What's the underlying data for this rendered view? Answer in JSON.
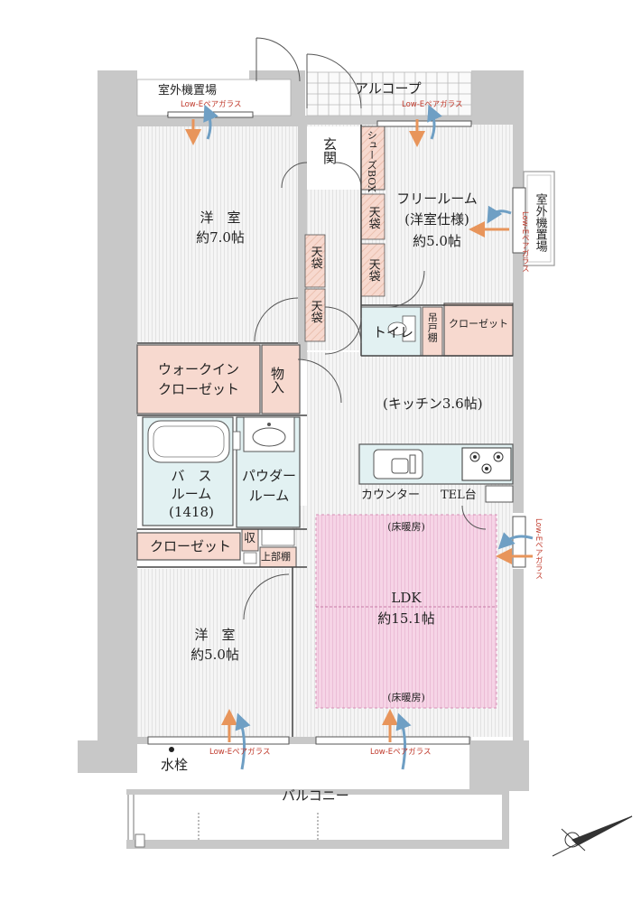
{
  "rooms": {
    "western_room_1": {
      "name": "洋　室",
      "area": "約7.0帖"
    },
    "free_room": {
      "name": "フリールーム",
      "sub": "(洋室仕様)",
      "area": "約5.0帖"
    },
    "walkin_closet": {
      "line1": "ウォークイン",
      "line2": "クローゼット"
    },
    "storage": "物入",
    "kitchen": "(キッチン3.6帖)",
    "bath": {
      "line1": "バ　ス",
      "line2": "ルーム",
      "line3": "(1418)"
    },
    "powder": {
      "line1": "パウダー",
      "line2": "ルーム"
    },
    "closet_left": "クローゼット",
    "closet_right": "クローゼット",
    "western_room_2": {
      "name": "洋　室",
      "area": "約5.0帖"
    },
    "ldk": {
      "name": "LDK",
      "area": "約15.1帖"
    },
    "toilet": "トイレ",
    "hanging_shelf": "吊戸棚",
    "entrance": "玄関",
    "shoe_box": "シューズBOX",
    "alcove": "アルコープ",
    "balcony": "バルコニー",
    "outdoor_unit_top": "室外機置場",
    "outdoor_unit_right": "室外機置場",
    "counter": "カウンター",
    "tel": "TEL台",
    "floor_heating": "(床暖房)",
    "tenbukuro": "天袋",
    "shu": "収",
    "upper_shelf": "上部棚",
    "faucet": "水栓"
  },
  "glass_label": "Low-Eペアガラス",
  "colors": {
    "wall": "#c8c8c8",
    "storage": "#f7d9cf",
    "wet": "#e2f1f2",
    "ldk_heating": "#f6d4e6",
    "arrow_warm": "#e8955b",
    "arrow_cool": "#6f9fc4",
    "glass_text": "#c0392b"
  },
  "icons": [
    "compass-icon",
    "sink-icon",
    "stove-icon",
    "bathtub-icon",
    "toilet-icon",
    "door-swing-icon"
  ]
}
